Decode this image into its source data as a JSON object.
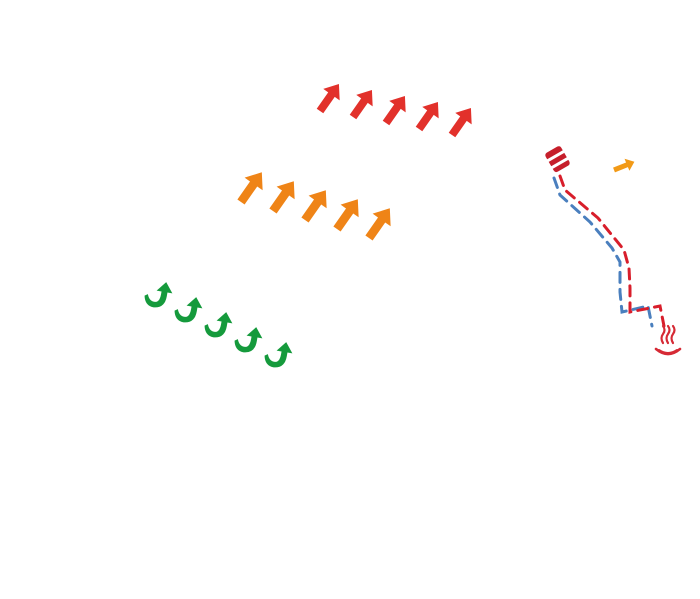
{
  "colors": {
    "red_arrows": "#e2312b",
    "orange_arrows": "#ef8417",
    "green_arrows": "#159a3c",
    "small_orange_arrow": "#f29a17",
    "route_red": "#d81e2b",
    "route_blue": "#4a7fbe",
    "pipe_icon": "#c61f2b",
    "hot_spring_icon": "#d62a35",
    "background": "#ffffff"
  },
  "icons": {
    "start": "pipe-valve-icon",
    "end": "hot-spring-icon",
    "arrow": "up-right-arrow-icon",
    "hook_arrow": "hook-up-arrow-icon"
  },
  "groups": {
    "red_row": {
      "count": 5
    },
    "orange_row": {
      "count": 5
    },
    "green_row": {
      "count": 5
    }
  }
}
